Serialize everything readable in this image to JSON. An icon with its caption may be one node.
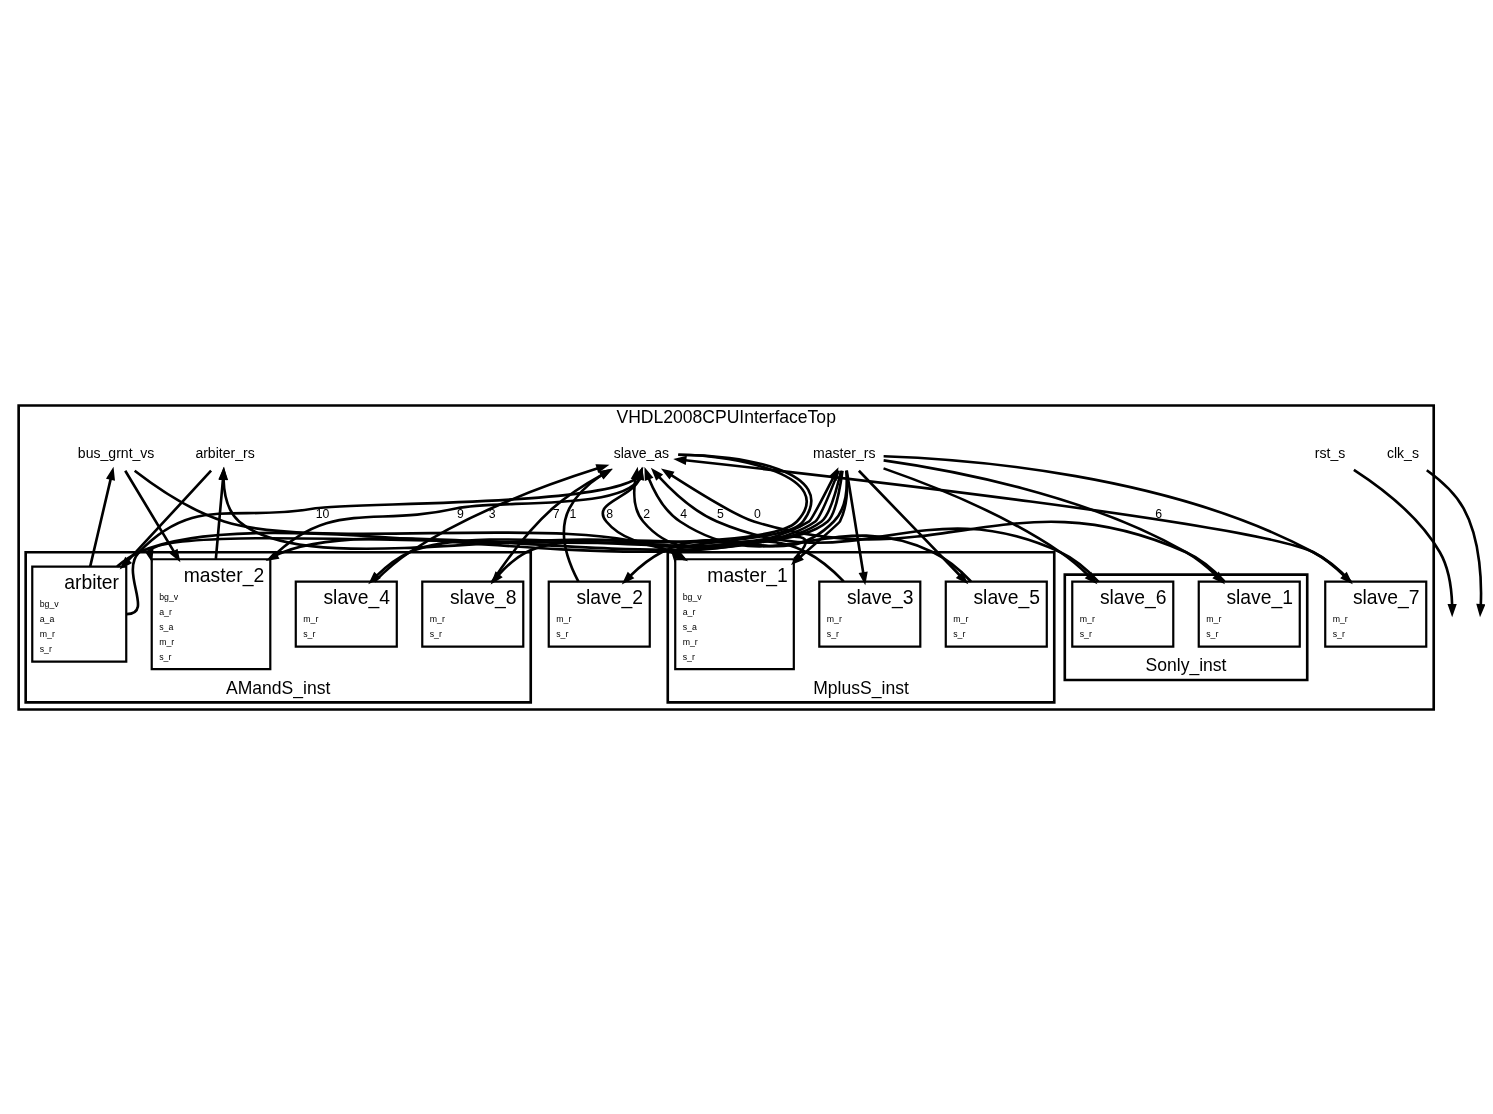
{
  "diagram": {
    "nodes": [
      {
        "text": [
          "VHDL2008CPUInterfaceTop"
        ]
      },
      {
        "text": [
          "master_rs"
        ],
        "in": 0
      },
      {
        "text": [
          "slave_as"
        ],
        "in": 0
      },
      {
        "text": [
          "arbiter_rs"
        ],
        "in": 0
      },
      {
        "text": [
          "bus_grnt_vs"
        ],
        "in": 0
      },
      {
        "text": [
          "MplusS_inst"
        ],
        "in": 0
      },
      {
        "text": [
          "master_1",
          "bg_v",
          "a_r",
          "s_a",
          "m_r",
          "s_r"
        ],
        "in": 5
      },
      {
        "text": [
          "slave_3",
          "m_r",
          "s_r"
        ],
        "in": 5
      },
      {
        "text": [
          "slave_5",
          "m_r",
          "s_r"
        ],
        "in": 5
      },
      {
        "text": [
          "AMandS_inst"
        ],
        "in": 0
      },
      {
        "text": [
          "arbiter",
          "bg_v",
          "a_a",
          "m_r",
          "s_r"
        ],
        "in": 9
      },
      {
        "text": [
          "master_2",
          "bg_v",
          "a_r",
          "s_a",
          "m_r",
          "s_r"
        ],
        "in": 9
      },
      {
        "text": [
          "slave_8",
          "m_r",
          "s_r"
        ],
        "in": 9
      },
      {
        "text": [
          "slave_4",
          "m_r",
          "s_r"
        ],
        "in": 9
      },
      {
        "text": [
          "slave_7",
          "m_r",
          "s_r"
        ],
        "in": 0
      },
      {
        "text": [
          "slave_2",
          "m_r",
          "s_r"
        ],
        "in": 0
      },
      {
        "text": [
          "Sonly_inst"
        ],
        "in": 0
      },
      {
        "text": [
          "slave_6",
          "m_r",
          "s_r"
        ],
        "in": 16
      },
      {
        "text": [
          "slave_1",
          "m_r",
          "s_r"
        ],
        "in": 16
      },
      {
        "text": [
          "rst_s"
        ],
        "in": 0
      },
      {
        "text": [
          "clk_s"
        ],
        "in": 0
      }
    ],
    "edges": [
      {
        "from": 10,
        "to": 1,
        "arrow": "to"
      },
      {
        "from": 1,
        "to": 6,
        "arrow": "to"
      },
      {
        "from": 1,
        "to": 7,
        "arrow": "to"
      },
      {
        "from": 1,
        "to": 8,
        "arrow": "to"
      },
      {
        "from": 1,
        "to": 11,
        "arrow": "to"
      },
      {
        "from": 1,
        "to": 12,
        "arrow": "to"
      },
      {
        "from": 1,
        "to": 13,
        "arrow": "to"
      },
      {
        "from": 1,
        "to": 14,
        "arrow": "to"
      },
      {
        "from": 1,
        "to": 15,
        "arrow": "to"
      },
      {
        "from": 1,
        "to": 17,
        "arrow": "to"
      },
      {
        "from": 1,
        "to": 18,
        "arrow": "to"
      },
      {
        "from": 8,
        "to": 2,
        "label": "4",
        "arrow": "to"
      },
      {
        "from": 7,
        "to": 2,
        "label": "2",
        "arrow": "to"
      },
      {
        "from": 6,
        "to": 2,
        "label": "8",
        "arrow": "to"
      },
      {
        "from": 13,
        "to": 2,
        "label": "3",
        "arrow": "to"
      },
      {
        "from": 12,
        "to": 2,
        "label": "7",
        "arrow": "to"
      },
      {
        "from": 11,
        "to": 2,
        "label": "9",
        "arrow": "to"
      },
      {
        "from": 10,
        "to": 2,
        "label": "10",
        "arrow": "to"
      },
      {
        "from": 14,
        "to": 2,
        "label": "6",
        "arrow": "to"
      },
      {
        "from": 18,
        "to": 2,
        "label": "0",
        "arrow": "to"
      },
      {
        "from": 17,
        "to": 2,
        "label": "5",
        "arrow": "to"
      },
      {
        "from": 15,
        "to": 2,
        "label": "1",
        "arrow": "to"
      },
      {
        "from": 2,
        "to": 6,
        "arrow": "to"
      },
      {
        "from": 2,
        "to": 11,
        "arrow": "to"
      },
      {
        "from": 6,
        "to": 3,
        "arrow": "to"
      },
      {
        "from": 11,
        "to": 3,
        "arrow": "to"
      },
      {
        "from": 3,
        "to": 10,
        "arrow": "to"
      },
      {
        "from": 10,
        "to": 4,
        "arrow": "to"
      },
      {
        "from": 4,
        "to": 6,
        "arrow": "to"
      },
      {
        "from": 4,
        "to": 11,
        "arrow": "to"
      },
      {
        "from": 19,
        "to": null,
        "arrow": "to"
      },
      {
        "from": 20,
        "to": null,
        "arrow": "to"
      }
    ]
  }
}
